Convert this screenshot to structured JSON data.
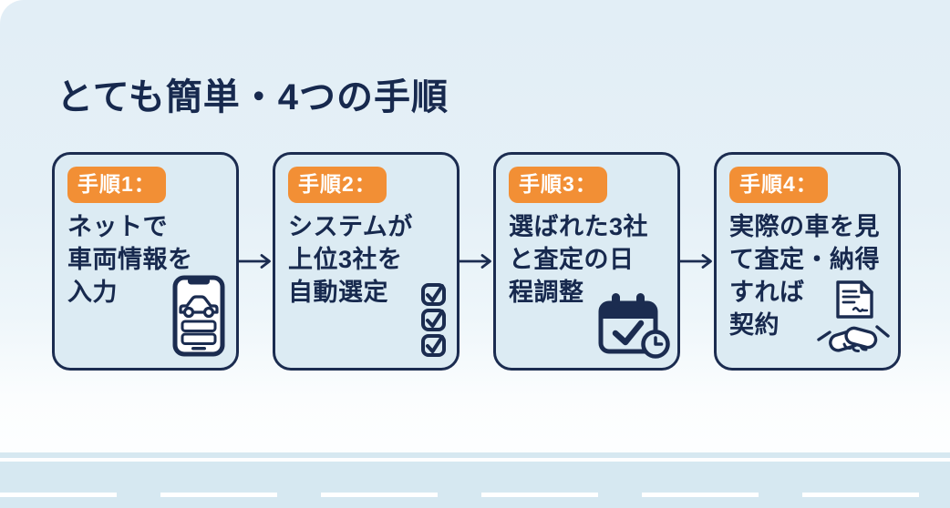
{
  "title": "とても簡単・4つの手順",
  "steps": [
    {
      "badge": "手順1：",
      "text": "ネットで\n車両情報を\n入力",
      "icon": "smartphone-car-form-icon"
    },
    {
      "badge": "手順2：",
      "text": "システムが\n上位3社を\n自動選定",
      "icon": "checklist-icon"
    },
    {
      "badge": "手順3：",
      "text": "選ばれた3社\nと査定の日\n程調整",
      "icon": "calendar-check-clock-icon"
    },
    {
      "badge": "手順4：",
      "text": "実際の車を見\nて査定・納得\nすれば\n契約",
      "icon": "contract-handshake-icon"
    }
  ],
  "colors": {
    "background_top": "#e2eef6",
    "background_fade": "#fdfeff",
    "card_fill": "#dcebf3",
    "outline_navy": "#1b2c50",
    "badge_orange": "#f28f35",
    "badge_text": "#ffffff",
    "text_navy": "#17294e",
    "road_band": "#d6e8f1",
    "road_line": "#ffffff"
  }
}
